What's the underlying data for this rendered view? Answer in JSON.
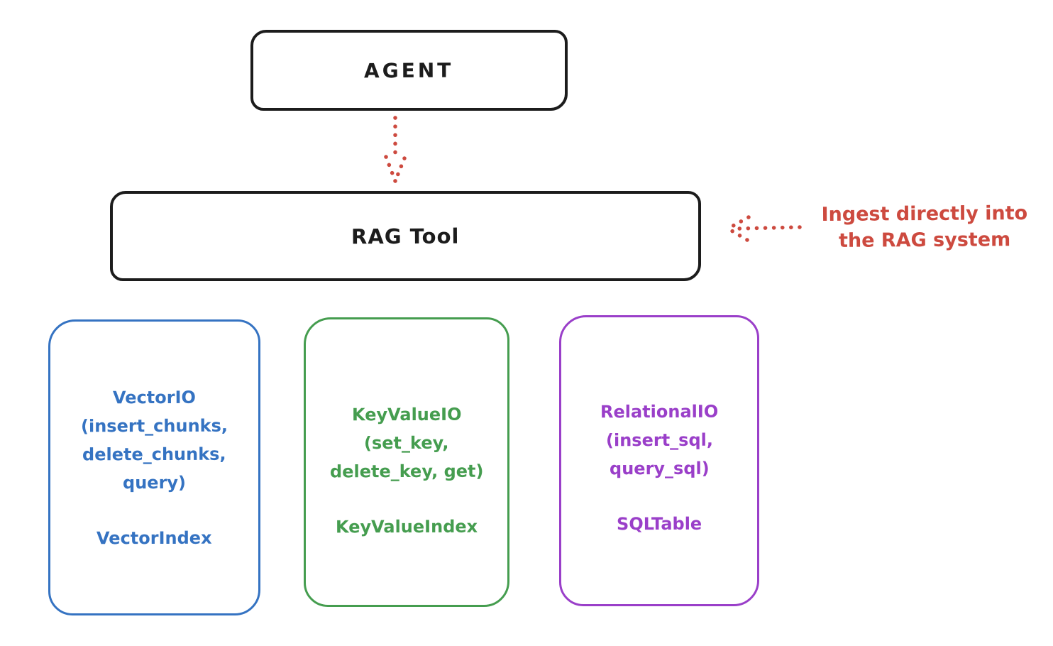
{
  "colors": {
    "ink": "#1c1c1c",
    "red": "#cd4a3f",
    "blue": "#3573c2",
    "green": "#459d4f",
    "purple": "#9a3fc9",
    "bg": "#ffffff"
  },
  "nodes": {
    "agent": {
      "label": "AGENT"
    },
    "rag_tool": {
      "label": "RAG Tool"
    }
  },
  "annotation": {
    "lines": [
      "Ingest directly into",
      "the RAG system"
    ]
  },
  "storage_boxes": [
    {
      "name": "vector-io",
      "color_name": "blue",
      "lines": [
        "VectorIO",
        "(insert_chunks,",
        "delete_chunks,",
        "query)"
      ],
      "index_label": "VectorIndex"
    },
    {
      "name": "key-value-io",
      "color_name": "green",
      "lines": [
        "KeyValueIO",
        "(set_key,",
        "delete_key, get)"
      ],
      "index_label": "KeyValueIndex"
    },
    {
      "name": "relational-io",
      "color_name": "purple",
      "lines": [
        "RelationalIO",
        "(insert_sql,",
        "query_sql)"
      ],
      "index_label": "SQLTable"
    }
  ]
}
